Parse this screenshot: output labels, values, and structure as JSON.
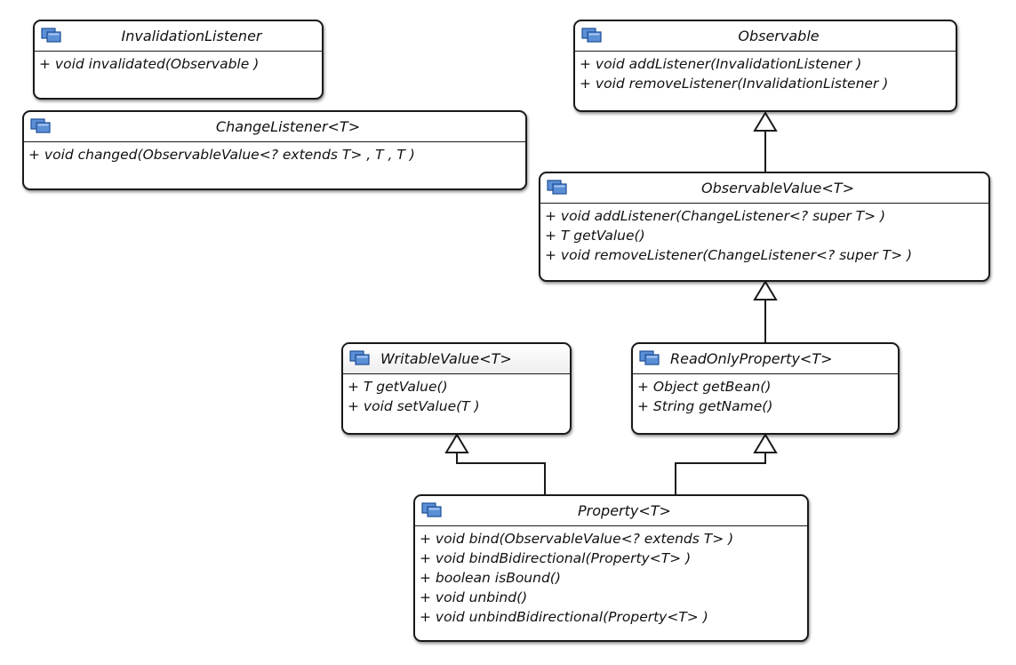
{
  "diagram": {
    "classes": {
      "invalidation_listener": {
        "name": "InvalidationListener",
        "methods": [
          "+ void invalidated(Observable )"
        ]
      },
      "change_listener": {
        "name": "ChangeListener<T>",
        "methods": [
          "+ void changed(ObservableValue<? extends T> , T , T )"
        ]
      },
      "observable": {
        "name": "Observable",
        "methods": [
          "+ void addListener(InvalidationListener )",
          "+ void removeListener(InvalidationListener )"
        ]
      },
      "observable_value": {
        "name": "ObservableValue<T>",
        "methods": [
          "+ void addListener(ChangeListener<? super T> )",
          "+ T getValue()",
          "+ void removeListener(ChangeListener<? super T> )"
        ]
      },
      "writable_value": {
        "name": "WritableValue<T>",
        "methods": [
          "+ T getValue()",
          "+ void setValue(T )"
        ]
      },
      "read_only_property": {
        "name": "ReadOnlyProperty<T>",
        "methods": [
          "+ Object getBean()",
          "+ String getName()"
        ]
      },
      "property": {
        "name": "Property<T>",
        "methods": [
          "+ void bind(ObservableValue<? extends T> )",
          "+ void bindBidirectional(Property<T> )",
          "+ boolean isBound()",
          "+ void unbind()",
          "+ void unbindBidirectional(Property<T> )"
        ]
      }
    },
    "relations": [
      {
        "from": "observable_value",
        "to": "observable",
        "kind": "generalization"
      },
      {
        "from": "read_only_property",
        "to": "observable_value",
        "kind": "generalization"
      },
      {
        "from": "property",
        "to": "writable_value",
        "kind": "generalization"
      },
      {
        "from": "property",
        "to": "read_only_property",
        "kind": "generalization"
      }
    ],
    "colors": {
      "border": "#1a1a1a",
      "icon_fill": "#5b8fd6",
      "icon_stroke": "#1f4f96",
      "connector": "#1a1a1a"
    }
  }
}
